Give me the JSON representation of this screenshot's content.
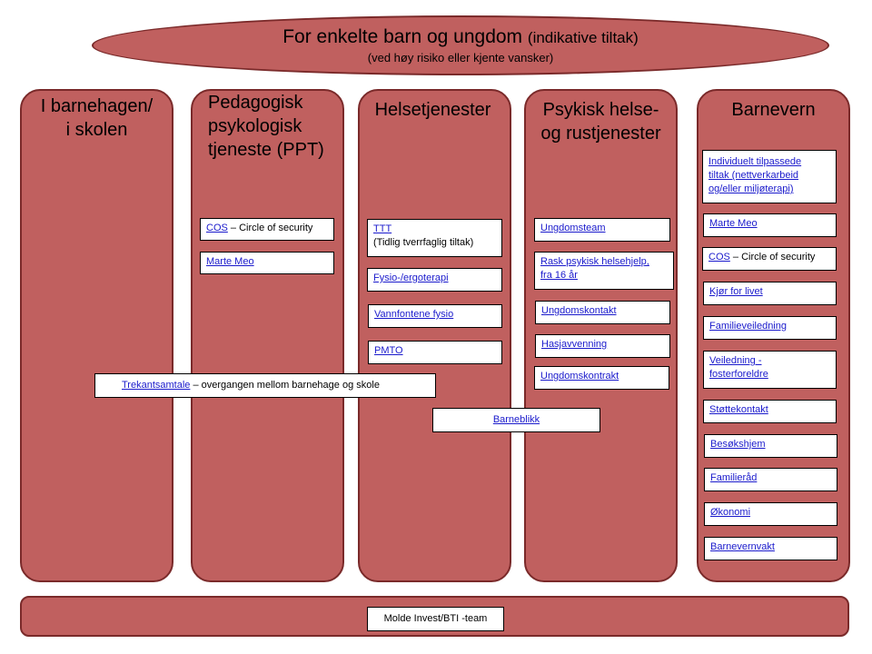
{
  "header": {
    "title_main": "For enkelte barn og ungdom",
    "title_sub": "(indikative tiltak)",
    "subtitle": "(ved høy risiko eller kjente vansker)"
  },
  "columns": {
    "col1_line1": "I barnehagen/",
    "col1_line2": "i skolen",
    "col2_line1": "Pedagogisk",
    "col2_line2": "psykologisk",
    "col2_line3": "tjeneste (PPT)",
    "col3_title": "Helsetjenester",
    "col4_line1": "Psykisk helse-",
    "col4_line2": "og rustjenester",
    "col5_title": "Barnevern"
  },
  "ppt": {
    "cos_link": "COS",
    "cos_text": " – Circle of security",
    "marte_meo": "Marte Meo"
  },
  "helse": {
    "ttt_link": "TTT",
    "ttt_text": "(Tidlig tverrfaglig tiltak)",
    "fysio": "Fysio-/ergoterapi",
    "vannfontene": "Vannfontene fysio",
    "pmto": "PMTO"
  },
  "psyk": {
    "ungdomsteam": "Ungdomsteam",
    "rask_line1": "Rask psykisk helsehjelp,",
    "rask_line2": "fra 16 år",
    "ungdomskontakt": "Ungdomskontakt",
    "hasjavvenning": "Hasjavvenning",
    "ungdomskontrakt": "Ungdomskontrakt"
  },
  "barnevern": {
    "individuelt_line1": "Individuelt tilpassede",
    "individuelt_line2": "tiltak (nettverkarbeid",
    "individuelt_line3": "og/eller miljøterapi)",
    "marte_meo": "Marte Meo",
    "cos_link": "COS",
    "cos_text": " – Circle of security",
    "kjor": "Kjør for livet",
    "familieveiledning": "Familieveiledning",
    "veiledning_line1": "Veiledning -",
    "veiledning_line2": "fosterforeldre",
    "stottekontakt": "Støttekontakt",
    "besokshjem": "Besøkshjem",
    "familierad": "Familieråd",
    "okonomi": "Økonomi",
    "barnevernvakt": "Barnevernvakt"
  },
  "shared": {
    "trekant_link": "Trekantsamtale",
    "trekant_text": " – overgangen mellom barnehage og skole",
    "barneblikk": "Barneblikk"
  },
  "footer": {
    "molde": "Molde Invest/BTI -team"
  },
  "colors": {
    "fill": "#c0605f",
    "border": "#7a2a2a",
    "link": "#1a1acc"
  }
}
